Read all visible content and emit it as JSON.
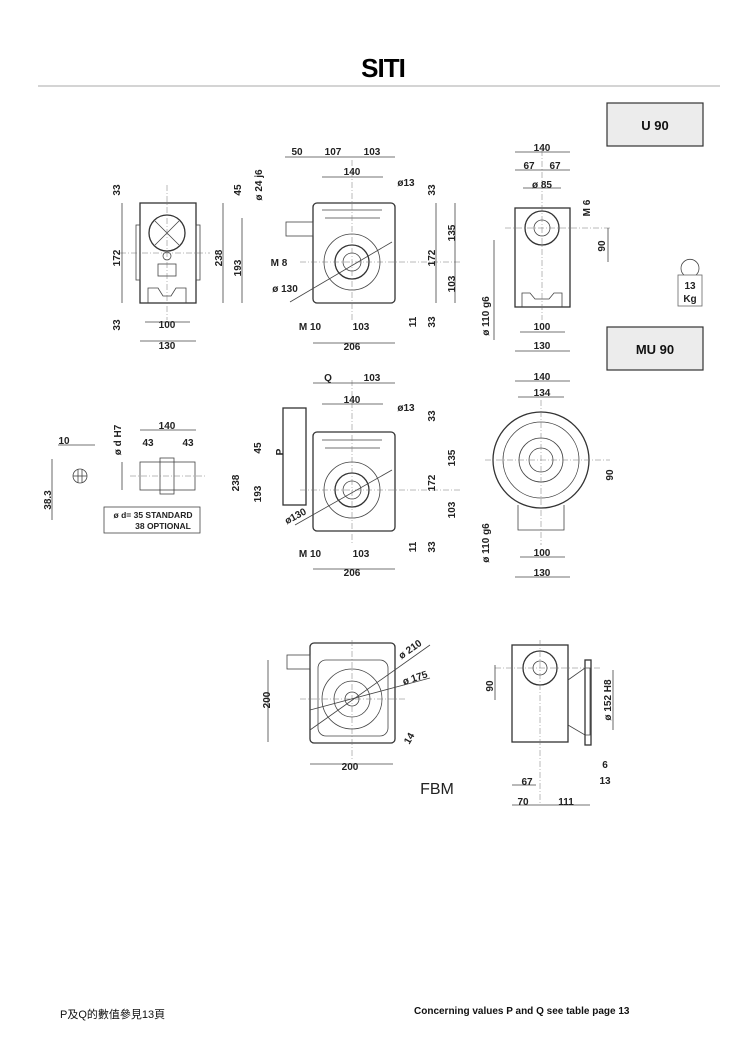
{
  "header": {
    "logo": "SITI"
  },
  "models": {
    "u": "U 90",
    "mu": "MU 90"
  },
  "weight": {
    "value": "13",
    "unit": "Kg"
  },
  "view_a": [
    "33",
    "172",
    "33",
    "100",
    "130"
  ],
  "view_b": [
    "50",
    "107",
    "103",
    "140",
    "ø13",
    "45",
    "ø 24 j6",
    "33",
    "238",
    "193",
    "M 8",
    "ø 130",
    "172",
    "135",
    "103",
    "M 10",
    "103",
    "11",
    "33",
    "206"
  ],
  "view_c": [
    "140",
    "67",
    "67",
    "ø 85",
    "M 6",
    "90",
    "ø 110 g6",
    "100",
    "130"
  ],
  "shaft": [
    "10",
    "38.3",
    "ø d H7",
    "140",
    "43",
    "43",
    "ø d= 35 STANDARD",
    "38 OPTIONAL"
  ],
  "view_d": [
    "Q",
    "103",
    "140",
    "ø13",
    "33",
    "45",
    "P",
    "238",
    "193",
    "172",
    "135",
    "103",
    "ø130",
    "M 10",
    "103",
    "11",
    "33",
    "206"
  ],
  "view_e": [
    "140",
    "134",
    "90",
    "ø 110 g6",
    "100",
    "130"
  ],
  "view_f": [
    "200",
    "ø 210",
    "ø 175",
    "14",
    "200",
    "FBM"
  ],
  "view_g": [
    "90",
    "ø 152 H8",
    "6",
    "13",
    "67",
    "70",
    "111"
  ],
  "footer": {
    "left": "P及Q的數值參見13頁",
    "right": "Concerning values P and Q see table page 13"
  }
}
